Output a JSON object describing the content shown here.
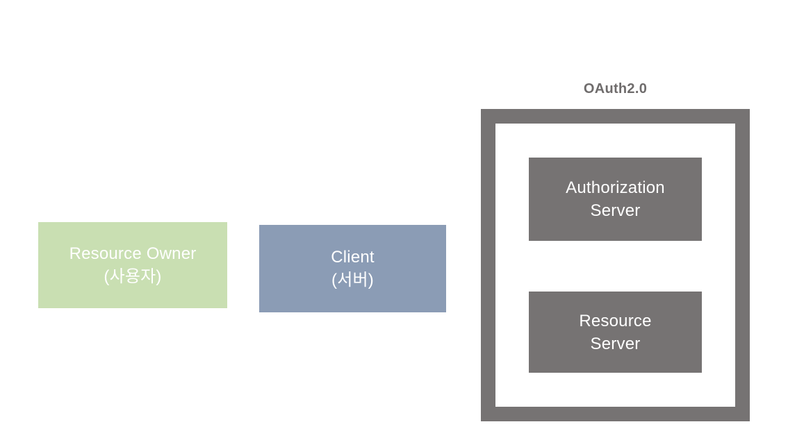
{
  "diagram": {
    "title": "OAuth2.0 roles diagram",
    "background_color": "#ffffff",
    "nodes": [
      {
        "id": "resource-owner",
        "label_line1": "Resource Owner",
        "label_line2": "(사용자)",
        "fill": "#c9dfb2",
        "text_color": "#ffffff"
      },
      {
        "id": "client",
        "label_line1": "Client",
        "label_line2": "(서버)",
        "fill": "#8b9cb5",
        "text_color": "#ffffff"
      },
      {
        "id": "authorization-server",
        "label_line1": "Authorization",
        "label_line2": "Server",
        "fill": "#767373",
        "text_color": "#ffffff"
      },
      {
        "id": "resource-server",
        "label_line1": "Resource",
        "label_line2": "Server",
        "fill": "#767373",
        "text_color": "#ffffff"
      }
    ],
    "group": {
      "id": "oauth-frame",
      "title": "OAuth2.0",
      "border_color": "#767373",
      "title_color": "#6f6c6c",
      "inner_background": "#ffffff"
    }
  }
}
